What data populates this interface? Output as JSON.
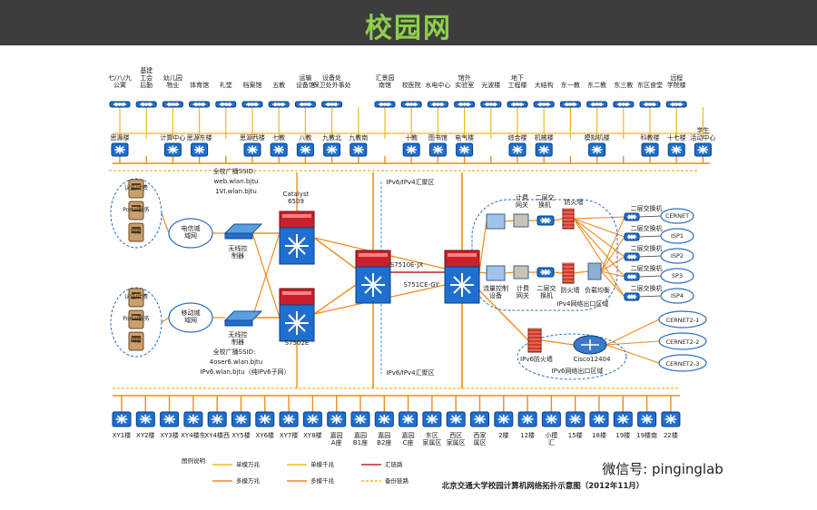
{
  "page": {
    "title": "校园网"
  },
  "colors": {
    "orange": "#f08a1e",
    "yellow": "#f0b820",
    "red": "#c8202a",
    "switch_blue": "#1e6fd0",
    "title_green": "#8ed04a",
    "title_bg": "#3d3d3d",
    "cloud_border": "#2f6fc0"
  },
  "diagram": {
    "top_buildings": [
      {
        "upper": "七/八/九\n公寓",
        "lower": "思源楼"
      },
      {
        "upper": "基建\n工会\n后勤",
        "lower": ""
      },
      {
        "upper": "幼儿园\n物业",
        "lower": "计算中心"
      },
      {
        "upper": "体育馆",
        "lower": "思源东楼"
      },
      {
        "upper": "礼堂",
        "lower": ""
      },
      {
        "upper": "档案馆",
        "lower": "思源西楼"
      },
      {
        "upper": "五教",
        "lower": "七教"
      },
      {
        "upper": "运输\n设备馆",
        "lower": "八教"
      },
      {
        "upper": "设备处\n保卫处外事处",
        "lower": "九教北"
      },
      {
        "upper": "",
        "lower": "九教南"
      },
      {
        "upper": "汇景园\n南馆",
        "lower": ""
      },
      {
        "upper": "校医院",
        "lower": "十教"
      },
      {
        "upper": "水电中心",
        "lower": "图书馆"
      },
      {
        "upper": "馆外\n实验室",
        "lower": "电气楼"
      },
      {
        "upper": "光波楼",
        "lower": ""
      },
      {
        "upper": "地下\n工程楼",
        "lower": "综合楼"
      },
      {
        "upper": "大结构",
        "lower": "机械楼"
      },
      {
        "upper": "东一教",
        "lower": ""
      },
      {
        "upper": "东二教",
        "lower": "模拟机楼"
      },
      {
        "upper": "东三教",
        "lower": ""
      },
      {
        "upper": "东区食堂",
        "lower": "科教楼"
      },
      {
        "upper": "远程\n学院楼",
        "lower": "十七楼"
      },
      {
        "upper": "",
        "lower": "学生\n活动中心"
      }
    ],
    "bottom_buildings": [
      {
        "label": "XY1楼"
      },
      {
        "label": "XY2楼"
      },
      {
        "label": "XY3楼"
      },
      {
        "label": "XY4楼东"
      },
      {
        "label": "XY4楼西"
      },
      {
        "label": "XY5楼"
      },
      {
        "label": "XY6楼"
      },
      {
        "label": "XY7楼"
      },
      {
        "label": "XY8楼"
      },
      {
        "label": "嘉园\nA座"
      },
      {
        "label": "嘉园\nB1座"
      },
      {
        "label": "嘉园\nB2座"
      },
      {
        "label": "嘉园\nC座"
      },
      {
        "label": "东区\n家属区"
      },
      {
        "label": "西区\n家属区"
      },
      {
        "label": "西家\n属区"
      },
      {
        "label": "2楼"
      },
      {
        "label": "12楼"
      },
      {
        "label": "小模\n汇"
      },
      {
        "label": "15楼"
      },
      {
        "label": "18楼"
      },
      {
        "label": "19楼"
      },
      {
        "label": "19楼南"
      },
      {
        "label": "22楼"
      }
    ],
    "wlan_top": {
      "line1": "全校广播SSID:",
      "line2": "web.wlan.bjtu",
      "line3": "1VI.wlan.bjtu"
    },
    "wlan_bottom": {
      "line1": "全校广播SSID:",
      "line2": "4oser6.wlan.bjtu",
      "line3": "IPv6.wlan.bjtu（纯IPv6子网）"
    },
    "telecom_cloud": "电信城\n域网",
    "mobile_cloud": "移动城\n域网",
    "wlc_top": "无线控\n制器",
    "wlc_bottom": "无线控\n制器",
    "catalyst_label": "Catalyst\n6509",
    "s7502e_label": "S7502E",
    "core_left_label": "S7510E-JX",
    "core_right_label": "S751CE-GY",
    "ipv6_zone_top": "IPv6/IPv4汇聚区",
    "ipv6_zone_bottom": "IPv6/IPv4汇聚区",
    "billing_gw_top": "计费\n网关",
    "l2_switch_top": "二层交\n换机",
    "firewall_top": "防火墙",
    "flow_control": "流量控制\n设备",
    "billing_gw_bottom": "计费\n网关",
    "l2_switch_bottom": "二层交\n换机",
    "firewall_bottom": "防火墙",
    "load_balance": "负载均衡",
    "ipv4_exit_zone": "IPv4网络出口区域",
    "l2_switches_right": [
      "二层交换机",
      "二层交换机",
      "二层交换机",
      "二层交换机",
      "二层交换机"
    ],
    "isp_clouds": [
      "CERNET",
      "ISP1",
      "ISP2",
      "SP3",
      "ISP4"
    ],
    "ipv6_firewall": "IPv6防火墙",
    "cisco_router": "Cisco12404",
    "ipv6_exit_zone": "IPv6网络出口区域",
    "cernet2_clouds": [
      "CERNET2-1",
      "CERNET2-2",
      "CERNET2-3"
    ],
    "left_server_labels_top": [
      "认证/计费",
      "Portal服务",
      "网管"
    ],
    "left_server_labels_bottom": [
      "认证/计费",
      "Portal服务",
      "网管"
    ],
    "legend": {
      "title": "图例说明:",
      "items": [
        {
          "label": "单模万兆"
        },
        {
          "label": "单模千兆"
        },
        {
          "label": "汇链路"
        },
        {
          "label": "多模万兆"
        },
        {
          "label": "多模千兆"
        },
        {
          "label": "备份链路"
        }
      ]
    },
    "footer_title": "北京交通大学校园计算机网络拓扑示意图（2012年11月）",
    "watermark": "微信号: pinginglab"
  }
}
